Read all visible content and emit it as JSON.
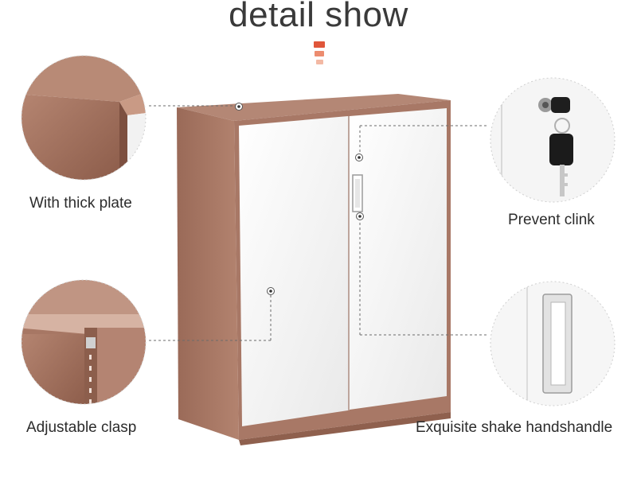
{
  "heading": "detail show",
  "accent_colors": [
    "#e0563a",
    "#ec8c6f",
    "#f3b9a4"
  ],
  "cabinet_colors": {
    "frame": "#a87866",
    "door": "#f4f4f4"
  },
  "callouts": [
    {
      "id": "thick-plate",
      "label": "With thick plate"
    },
    {
      "id": "prevent-clink",
      "label": "Prevent clink"
    },
    {
      "id": "adjustable-clasp",
      "label": "Adjustable clasp"
    },
    {
      "id": "handle",
      "label": "Exquisite shake handshandle"
    }
  ]
}
